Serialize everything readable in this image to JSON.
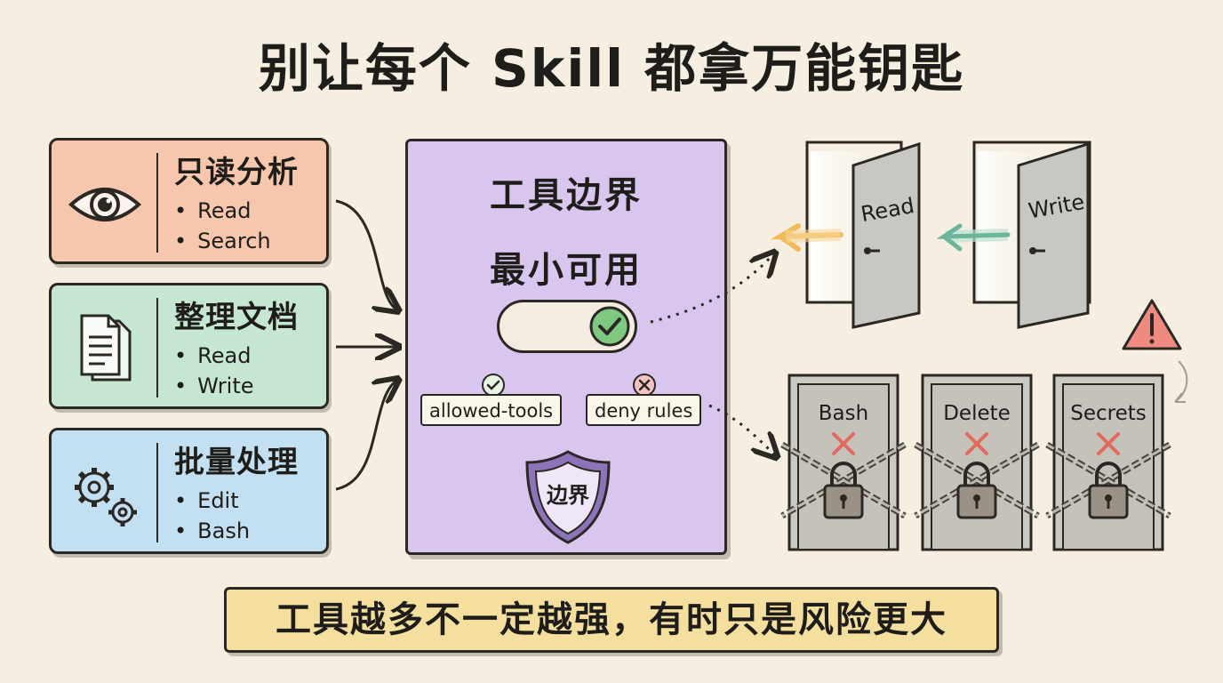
{
  "title": "别让每个 Skill 都拿万能钥匙",
  "cards": [
    {
      "title": "只读分析",
      "icon": "eye-icon",
      "items": [
        "Read",
        "Search"
      ],
      "color": "#f6c6ad"
    },
    {
      "title": "整理文档",
      "icon": "document-icon",
      "items": [
        "Read",
        "Write"
      ],
      "color": "#c5e7d1"
    },
    {
      "title": "批量处理",
      "icon": "gears-icon",
      "items": [
        "Edit",
        "Bash"
      ],
      "color": "#c3dff2"
    }
  ],
  "center": {
    "heading1": "工具边界",
    "heading2": "最小可用",
    "toggle_state": "on",
    "allowed_label": "allowed-tools",
    "deny_label": "deny rules",
    "shield_label": "边界",
    "color": "#d9c6ef"
  },
  "open_doors": [
    "Read",
    "Write"
  ],
  "locked_doors": [
    "Bash",
    "Delete",
    "Secrets"
  ],
  "warning_icon": "warning-triangle-icon",
  "footer": "工具越多不一定越强，有时只是风险更大"
}
